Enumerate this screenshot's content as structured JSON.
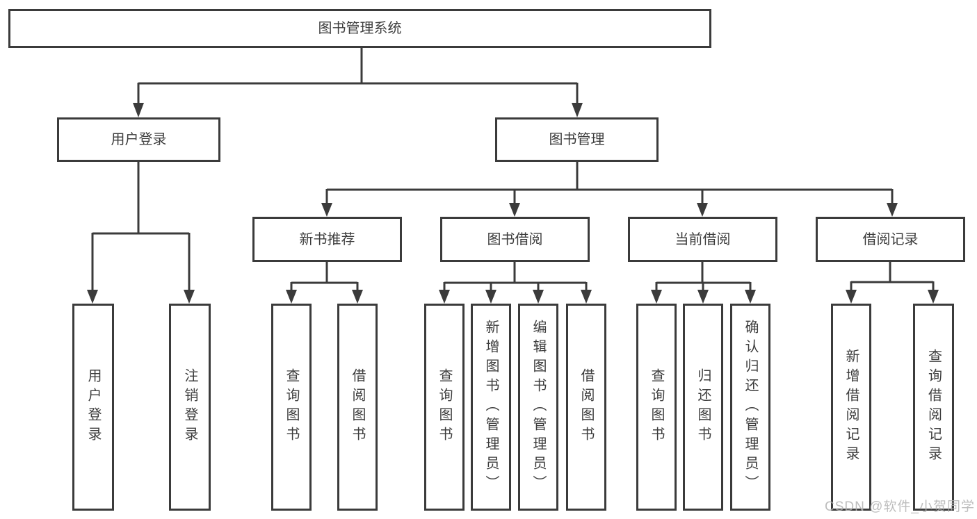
{
  "diagram_title": "图书管理系统",
  "colors": {
    "line": "#3b3b3b",
    "text": "#3d3d3d",
    "background": "#ffffff",
    "watermark": "#b2b2b2"
  },
  "nodes": {
    "root": "图书管理系统",
    "user_login": "用户登录",
    "book_management": "图书管理",
    "new_book_recommend": "新书推荐",
    "book_borrow": "图书借阅",
    "current_borrow": "当前借阅",
    "borrow_record": "借阅记录",
    "leaf_user_login": "用户登录",
    "leaf_logout": "注销登录",
    "leaf_nb_query_book": "查询图书",
    "leaf_nb_borrow_book": "借阅图书",
    "leaf_bb_query_book": "查询图书",
    "leaf_bb_add_book": "新增图书（管理员）",
    "leaf_bb_edit_book": "编辑图书（管理员）",
    "leaf_bb_borrow_book": "借阅图书",
    "leaf_cb_query_book": "查询图书",
    "leaf_cb_return_book": "归还图书",
    "leaf_cb_confirm_return": "确认归还（管理员）",
    "leaf_br_add_record": "新增借阅记录",
    "leaf_br_query_record": "查询借阅记录"
  },
  "watermark": "CSDN @软件_小贺同学"
}
